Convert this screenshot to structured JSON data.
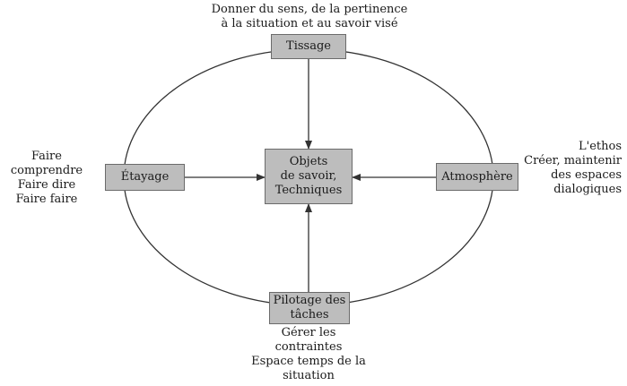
{
  "boxes": {
    "tissage": {
      "lines": [
        "Tissage"
      ]
    },
    "etayage": {
      "lines": [
        "Étayage"
      ]
    },
    "atmosphere": {
      "lines": [
        "Atmosphère"
      ]
    },
    "objets": {
      "lines": [
        "Objets",
        "de savoir,",
        "Techniques"
      ]
    },
    "pilotage": {
      "lines": [
        "Pilotage des",
        "tâches"
      ]
    }
  },
  "annotations": {
    "top": [
      "Donner du sens, de la pertinence",
      "à la situation et au savoir visé"
    ],
    "left": [
      "Faire comprendre",
      "Faire dire",
      "Faire faire"
    ],
    "right": [
      "L'ethos",
      "Créer, maintenir",
      "des espaces",
      "dialogiques"
    ],
    "bottom": [
      "Gérer les",
      "contraintes",
      "Espace temps de la",
      "situation"
    ]
  },
  "colors": {
    "box_fill": "#bdbdbd",
    "box_border": "#6b6b6b",
    "line": "#333333"
  }
}
